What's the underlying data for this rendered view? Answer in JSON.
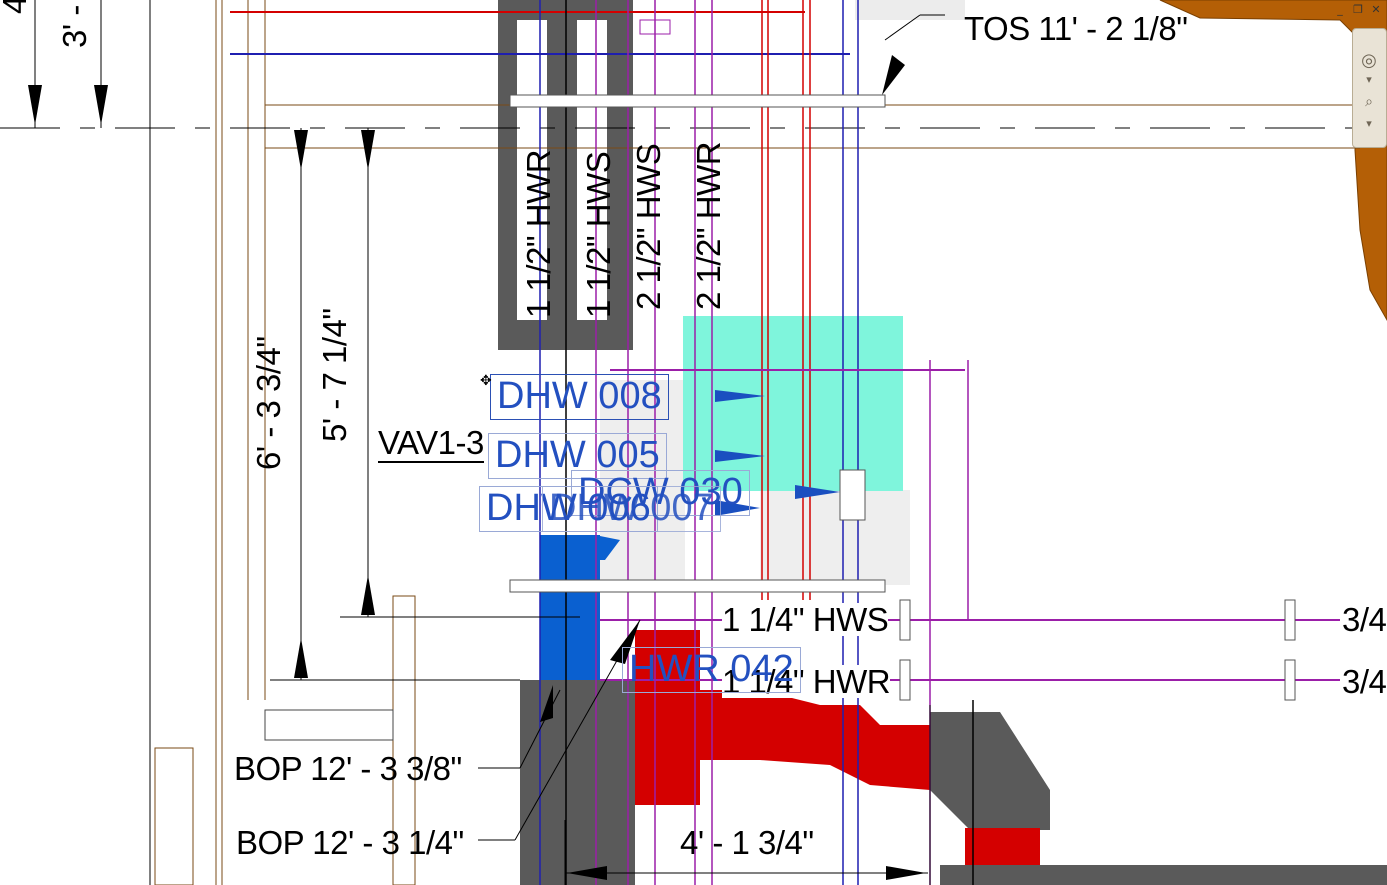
{
  "window_controls": {
    "minimize": "_",
    "restore": "❐",
    "close": "✕"
  },
  "nav_bar": {
    "buttons": [
      {
        "name": "steering-wheel",
        "glyph": "◎"
      },
      {
        "name": "dropdown",
        "glyph": "▾"
      },
      {
        "name": "zoom",
        "glyph": "⌕"
      },
      {
        "name": "dropdown",
        "glyph": "▾"
      }
    ]
  },
  "dimensions": {
    "top_left_partial_a": "4",
    "top_left_partial_b": "3' -",
    "dim_6ft": "6' - 3 3/4\"",
    "dim_5ft": "5' - 7 1/4\"",
    "dim_4ft": "4' - 1 3/4\""
  },
  "elevations": {
    "tos": "TOS 11' - 2 1/8\"",
    "bop_1": "BOP 12' - 3 3/8\"",
    "bop_2": "BOP 12' - 3 1/4\""
  },
  "equipment_label": "VAV1-3",
  "pipe_labels": {
    "vertical": [
      "1 1/2\" HWR",
      "1 1/2\" HWS",
      "2 1/2\" HWS",
      "2 1/2\" HWR"
    ],
    "hws": "1 1/4\" HWS",
    "hwr": "1 1/4\" HWR",
    "right_top": "3/4",
    "right_bottom": "3/4"
  },
  "tags": {
    "dhw_008": "DHW 008",
    "dhw_005": "DHW 005",
    "dcw_030": "DCW 030",
    "dhw_006": "DHW 006",
    "dhw_007": "DHW 007",
    "hwr_042": "HWR 042"
  },
  "colors": {
    "duct_dark": "#5a5a5a",
    "pipe_red": "#d40000",
    "pipe_blue": "#1f1fb0",
    "pipe_magenta": "#9b1fa8",
    "fill_teal": "#7ff5dc",
    "fill_blue": "#0a60d0",
    "tag_blue": "#2350c0",
    "brown": "#b45f06"
  }
}
